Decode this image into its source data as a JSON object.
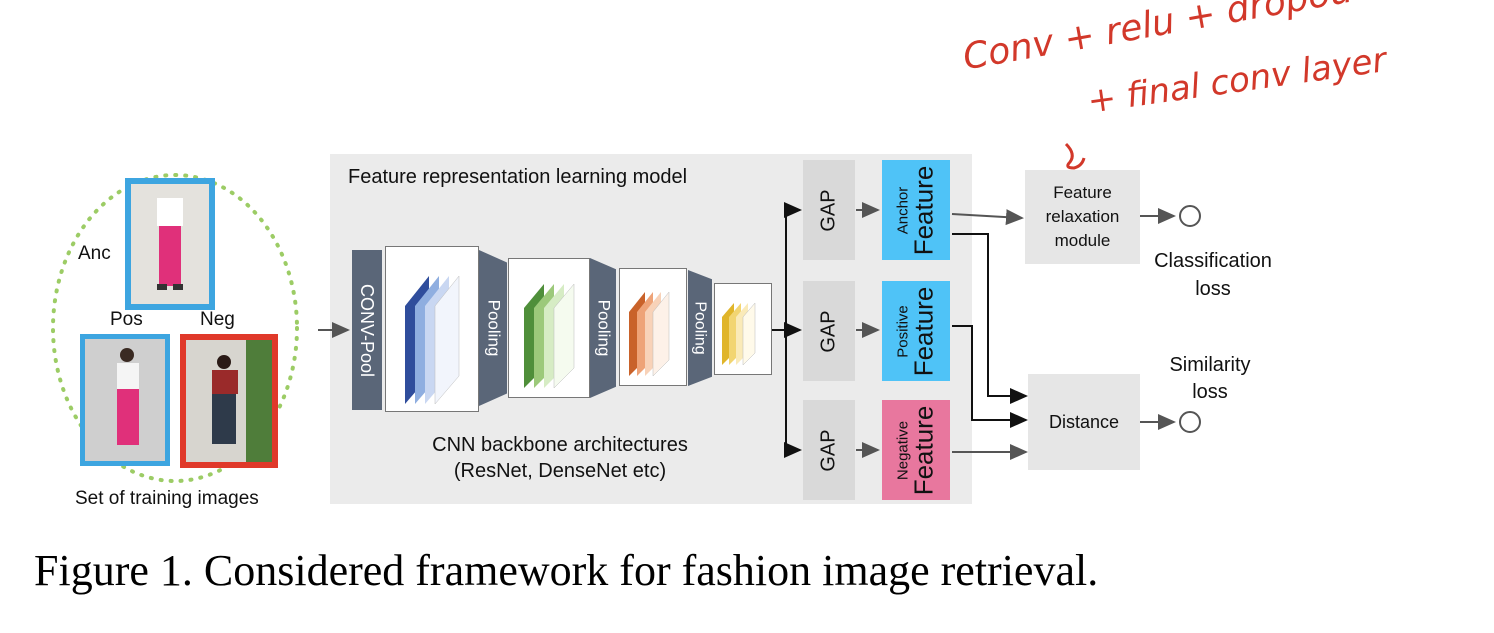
{
  "handwritten": {
    "line1": "Conv + relu + dropout",
    "line2": "+ final conv layer"
  },
  "inputs": {
    "anchor_label": "Anc",
    "positive_label": "Pos",
    "negative_label": "Neg",
    "set_label": "Set of training images"
  },
  "model": {
    "title": "Feature representation learning model",
    "conv_pool": "CONV-Pool",
    "pooling": [
      "Pooling",
      "Pooling",
      "Pooling"
    ],
    "backbone_line1": "CNN backbone architectures",
    "backbone_line2": "(ResNet, DenseNet etc)"
  },
  "gap": [
    "GAP",
    "GAP",
    "GAP"
  ],
  "features": [
    {
      "small": "Anchor",
      "big": "Feature",
      "color": "#4fc3f7"
    },
    {
      "small": "Positive",
      "big": "Feature",
      "color": "#4fc3f7"
    },
    {
      "small": "Negative",
      "big": "Feature",
      "color": "#e8779e"
    }
  ],
  "relaxation": {
    "line1": "Feature",
    "line2": "relaxation",
    "line3": "module"
  },
  "classification": {
    "line1": "Classification",
    "line2": "loss"
  },
  "distance": "Distance",
  "similarity": {
    "line1": "Similarity",
    "line2": "loss"
  },
  "caption": "Figure 1. Considered framework for fashion image retrieval.",
  "colors": {
    "anchor_frame": "#3da5e0",
    "positive_frame": "#3da5e0",
    "negative_frame": "#e0392a",
    "dotted_circle": "#9ccc65",
    "block_dark": "#5a6678",
    "annotation": "#d2382a"
  }
}
